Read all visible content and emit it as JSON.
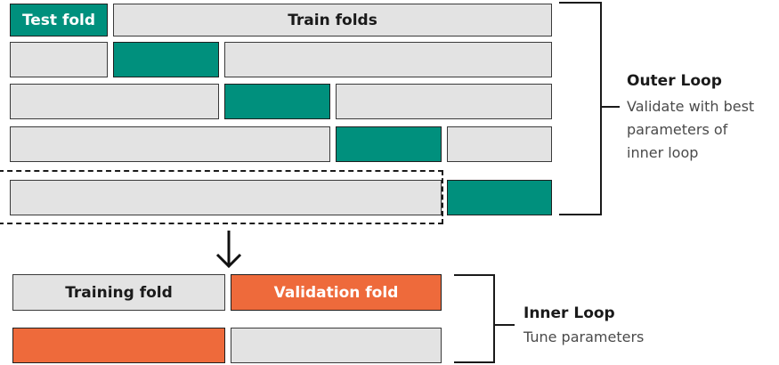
{
  "outer": {
    "test_label": "Test fold",
    "train_label": "Train folds",
    "title": "Outer Loop",
    "description": "Validate with best\nparameters of\ninner loop"
  },
  "inner": {
    "training_label": "Training fold",
    "validation_label": "Validation fold",
    "title": "Inner Loop",
    "description": "Tune parameters"
  },
  "colors": {
    "test": "#00907d",
    "validation": "#ee6a3b",
    "train": "#e3e3e3"
  },
  "icons": [
    "down-arrow-icon"
  ]
}
